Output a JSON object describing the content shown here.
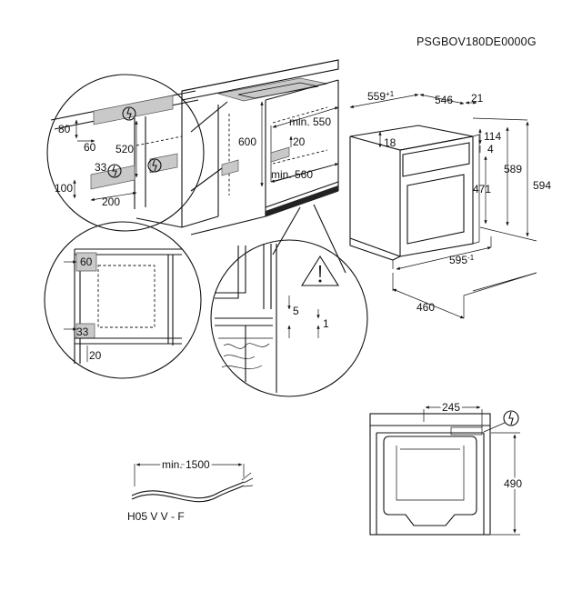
{
  "doc_code": "PSGBOV180DE0000G",
  "cable_type": "H05 V V - F",
  "dimensions": {
    "d80": "80",
    "d60a": "60",
    "d520": "520",
    "d33a": "33",
    "d100": "100",
    "d200": "200",
    "d600": "600",
    "d_min550": "min. 550",
    "d20a": "20",
    "d_min560": "min. 560",
    "d559": "559",
    "d559_sup": "+1",
    "d546": "546",
    "d21": "21",
    "d18": "18",
    "d114": "114",
    "d4": "4",
    "d589": "589",
    "d594": "594",
    "d471": "471",
    "d595": "595",
    "d595_sup": "-1",
    "d460": "460",
    "d60b": "60",
    "d33b": "33",
    "d20b": "20",
    "d5": "5",
    "d1": "1",
    "d_min1500": "min. 1500",
    "d245": "245",
    "d490": "490"
  },
  "icons": [
    "plug-icon",
    "warning-triangle-icon"
  ]
}
